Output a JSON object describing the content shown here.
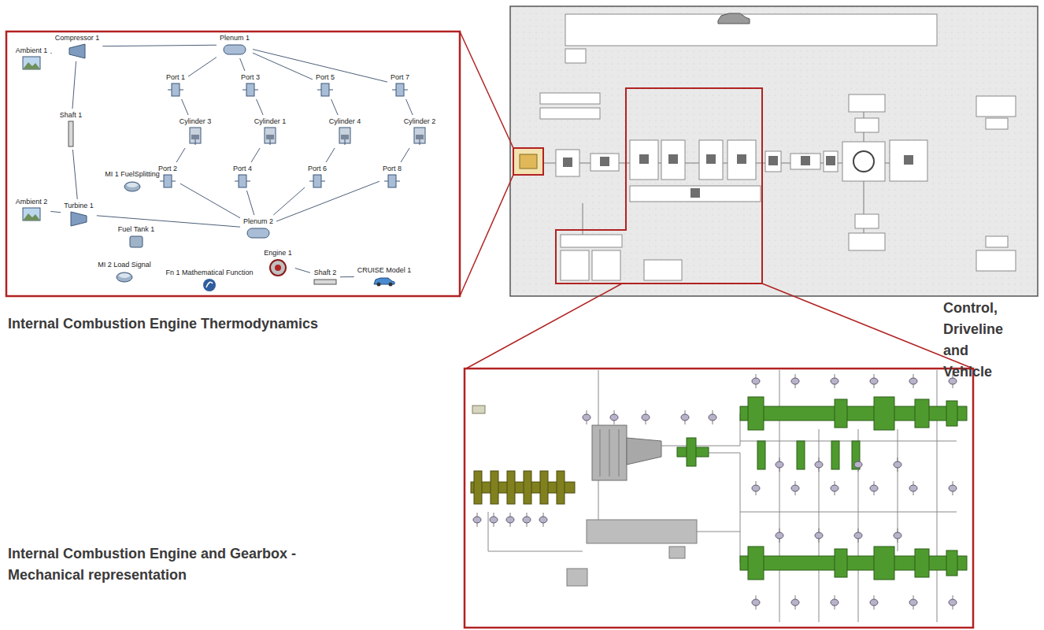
{
  "diagram": {
    "nodes": [
      {
        "text": [
          "Ambient 1"
        ]
      },
      {
        "text": [
          "Compressor 1"
        ]
      },
      {
        "text": [
          "Plenum 1"
        ]
      },
      {
        "text": [
          "Port 1"
        ]
      },
      {
        "text": [
          "Port 3"
        ]
      },
      {
        "text": [
          "Port 5"
        ]
      },
      {
        "text": [
          "Port 7"
        ]
      },
      {
        "text": [
          "Cylinder 3"
        ]
      },
      {
        "text": [
          "Cylinder 1"
        ]
      },
      {
        "text": [
          "Cylinder 4"
        ]
      },
      {
        "text": [
          "Cylinder 2"
        ]
      },
      {
        "text": [
          "Port 2"
        ]
      },
      {
        "text": [
          "Port 4"
        ]
      },
      {
        "text": [
          "Port 6"
        ]
      },
      {
        "text": [
          "Port 8"
        ]
      },
      {
        "text": [
          "Shaft 1"
        ]
      },
      {
        "text": [
          "MI 1 FuelSplitting"
        ]
      },
      {
        "text": [
          "Ambient 2"
        ]
      },
      {
        "text": [
          "Turbine 1"
        ]
      },
      {
        "text": [
          "Fuel Tank 1"
        ]
      },
      {
        "text": [
          "Plenum 2"
        ]
      },
      {
        "text": [
          "MI 2 Load Signal"
        ]
      },
      {
        "text": [
          "Engine 1"
        ]
      },
      {
        "text": [
          "Fn 1 Mathematical Function"
        ]
      },
      {
        "text": [
          "Shaft 2"
        ]
      },
      {
        "text": [
          "CRUISE Model 1"
        ]
      }
    ],
    "edges": [
      {
        "from": 0,
        "to": 1,
        "arrow": "none"
      },
      {
        "from": 1,
        "to": 2,
        "arrow": "none"
      },
      {
        "from": 2,
        "to": 3,
        "arrow": "none"
      },
      {
        "from": 2,
        "to": 4,
        "arrow": "none"
      },
      {
        "from": 2,
        "to": 5,
        "arrow": "none"
      },
      {
        "from": 2,
        "to": 6,
        "arrow": "none"
      },
      {
        "from": 3,
        "to": 7,
        "arrow": "none"
      },
      {
        "from": 4,
        "to": 8,
        "arrow": "none"
      },
      {
        "from": 5,
        "to": 9,
        "arrow": "none"
      },
      {
        "from": 6,
        "to": 10,
        "arrow": "none"
      },
      {
        "from": 7,
        "to": 11,
        "arrow": "none"
      },
      {
        "from": 8,
        "to": 12,
        "arrow": "none"
      },
      {
        "from": 9,
        "to": 13,
        "arrow": "none"
      },
      {
        "from": 10,
        "to": 14,
        "arrow": "none"
      },
      {
        "from": 11,
        "to": 20,
        "arrow": "none"
      },
      {
        "from": 12,
        "to": 20,
        "arrow": "none"
      },
      {
        "from": 13,
        "to": 20,
        "arrow": "none"
      },
      {
        "from": 14,
        "to": 20,
        "arrow": "none"
      },
      {
        "from": 20,
        "to": 18,
        "arrow": "none"
      },
      {
        "from": 18,
        "to": 17,
        "arrow": "none"
      },
      {
        "from": 1,
        "to": 15,
        "arrow": "none"
      },
      {
        "from": 15,
        "to": 18,
        "arrow": "none"
      },
      {
        "from": 22,
        "to": 24,
        "arrow": "none"
      },
      {
        "from": 24,
        "to": 25,
        "arrow": "none"
      }
    ],
    "labels": [
      "Internal Combustion Engine Thermodynamics",
      "Control, Driveline and Vehicle",
      "Internal Combustion Engine and Gearbox - Mechanical representation"
    ]
  }
}
